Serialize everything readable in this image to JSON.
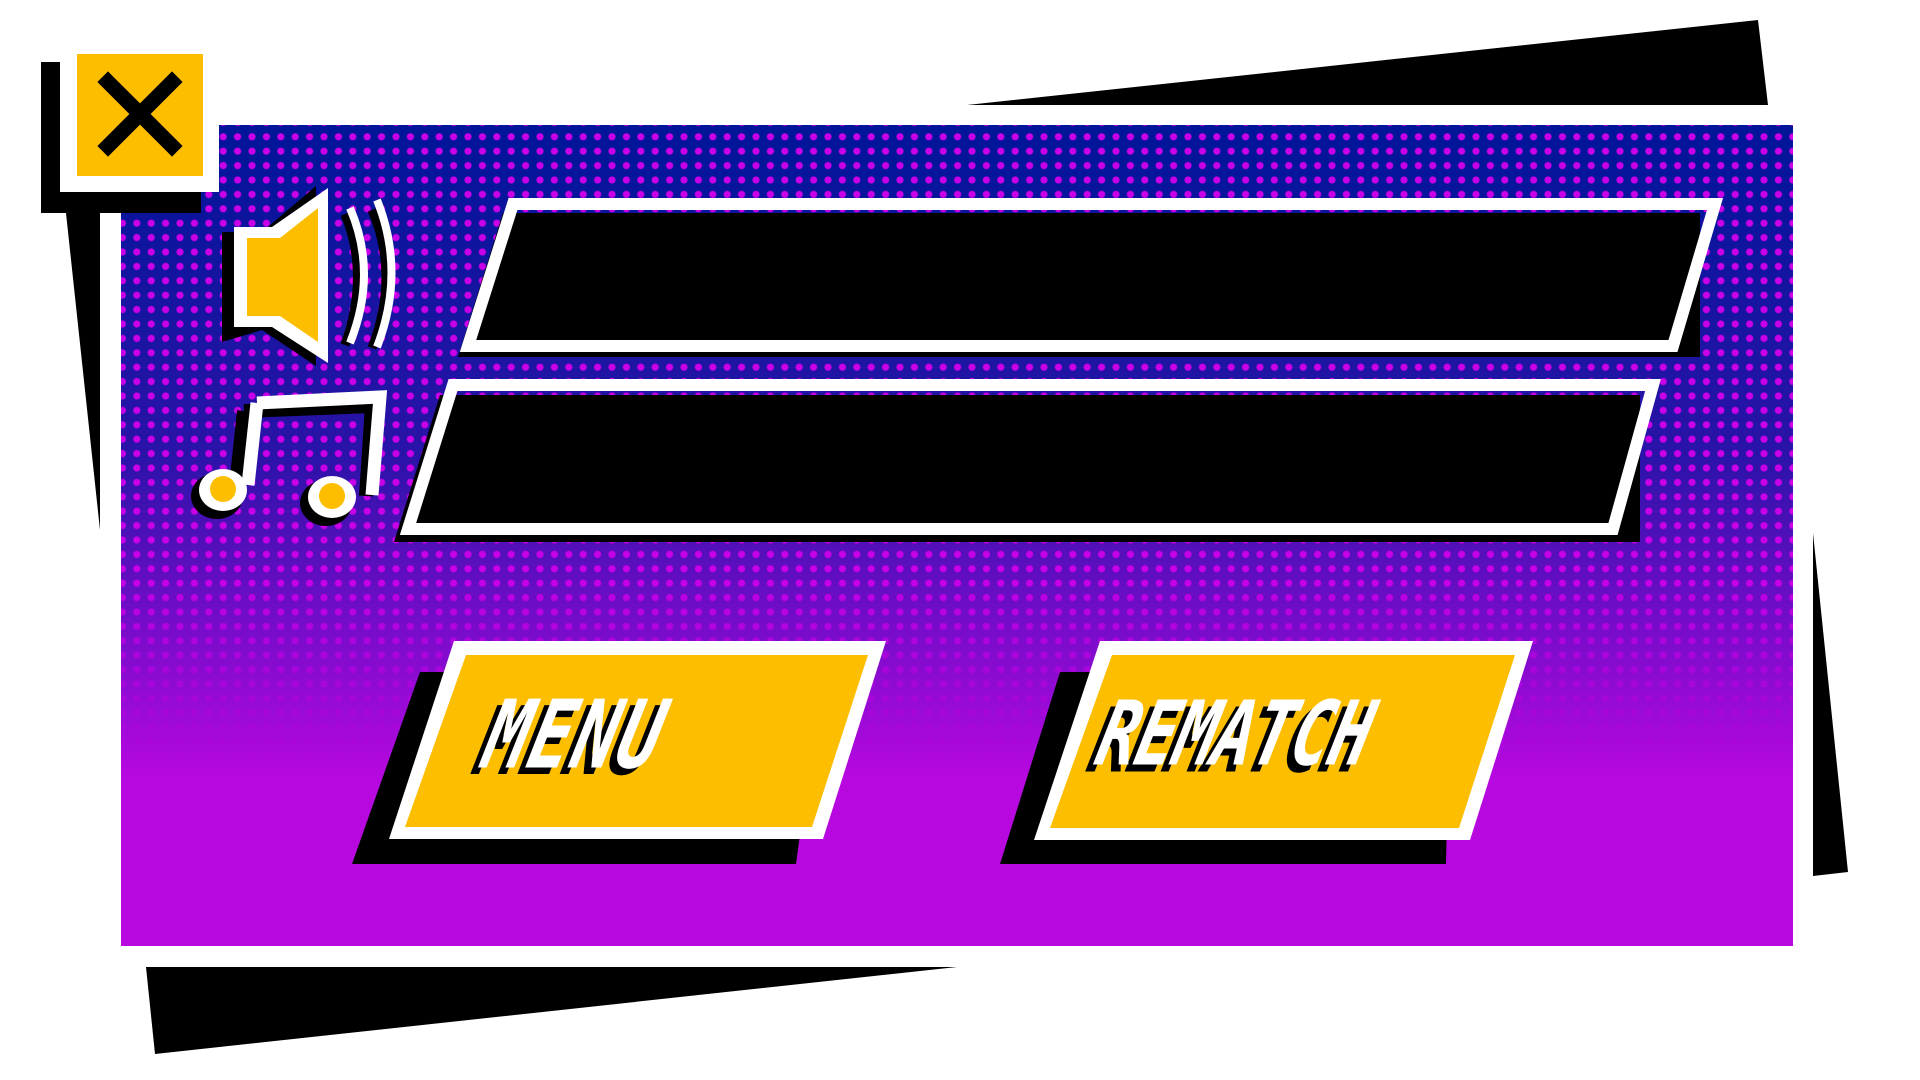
{
  "dialog": {
    "type": "pause-settings-panel",
    "colors": {
      "panel_top": "#001599",
      "panel_bottom": "#B808E0",
      "halftone_dot": "#C800E8",
      "accent_yellow": "#FDBE00",
      "outline_white": "#FFFFFF",
      "shadow_black": "#000000"
    }
  },
  "close_button": {
    "icon": "close-icon",
    "glyph": "✕"
  },
  "sliders": [
    {
      "name": "sound-effects-volume",
      "icon": "speaker-icon",
      "segments": 7,
      "filled": 0
    },
    {
      "name": "music-volume",
      "icon": "music-note-icon",
      "segments": 7,
      "filled": 0
    }
  ],
  "buttons": {
    "menu": {
      "label": "MENU"
    },
    "rematch": {
      "label": "REMATCH"
    }
  }
}
